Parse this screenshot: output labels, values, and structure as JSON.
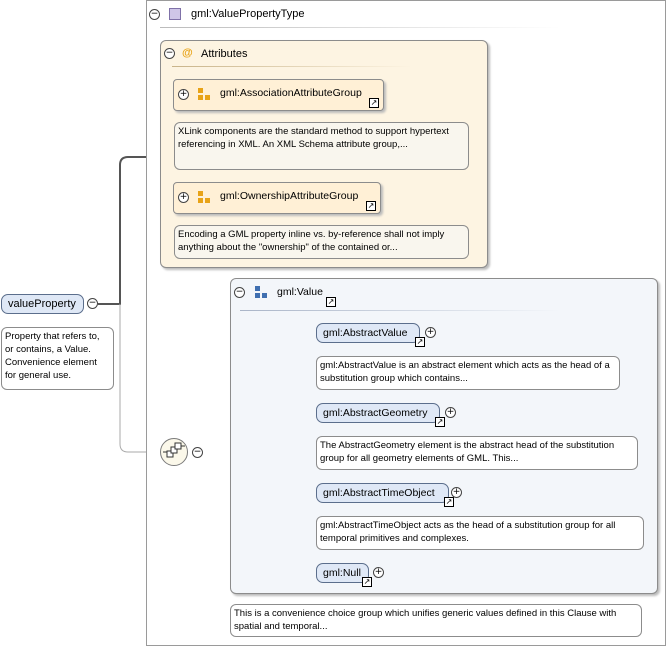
{
  "type_box": {
    "title": "gml:ValuePropertyType"
  },
  "attributes": {
    "title": "Attributes",
    "at_glyph": "@",
    "groups": [
      {
        "name": "gml:AssociationAttributeGroup",
        "doc": "XLink components are the standard method to support hypertext referencing in XML. An XML Schema attribute group,..."
      },
      {
        "name": "gml:OwnershipAttributeGroup",
        "doc": "Encoding a GML property inline vs. by-reference shall not imply anything about the \"ownership\" of the contained or..."
      }
    ]
  },
  "root_element": {
    "name": "valueProperty",
    "doc": "Property that refers to, or contains, a Value. Convenience element for general use."
  },
  "value_group": {
    "title": "gml:Value",
    "doc": "This is a convenience choice group which unifies generic values defined in this Clause with spatial and temporal...",
    "choices": [
      {
        "name": "gml:AbstractValue",
        "doc": "gml:AbstractValue is an abstract element which acts as the head of a substitution group which contains..."
      },
      {
        "name": "gml:AbstractGeometry",
        "doc": "The AbstractGeometry element is the abstract head of the substitution group for all geometry elements of GML. This..."
      },
      {
        "name": "gml:AbstractTimeObject",
        "doc": "gml:AbstractTimeObject acts as the head of a substitution group for all temporal primitives and complexes."
      },
      {
        "name": "gml:Null",
        "doc": ""
      }
    ]
  },
  "glyphs": {
    "collapse": "−",
    "expand": "+",
    "link": "↗"
  },
  "colors": {
    "attr_bg": "#fdf4e2",
    "group_bg": "#fff0d6",
    "elem_bg": "#dfe8f6",
    "value_bg": "#f3f6fa",
    "icon_orange": "#e8a317",
    "icon_blue": "#3f6fb0"
  }
}
